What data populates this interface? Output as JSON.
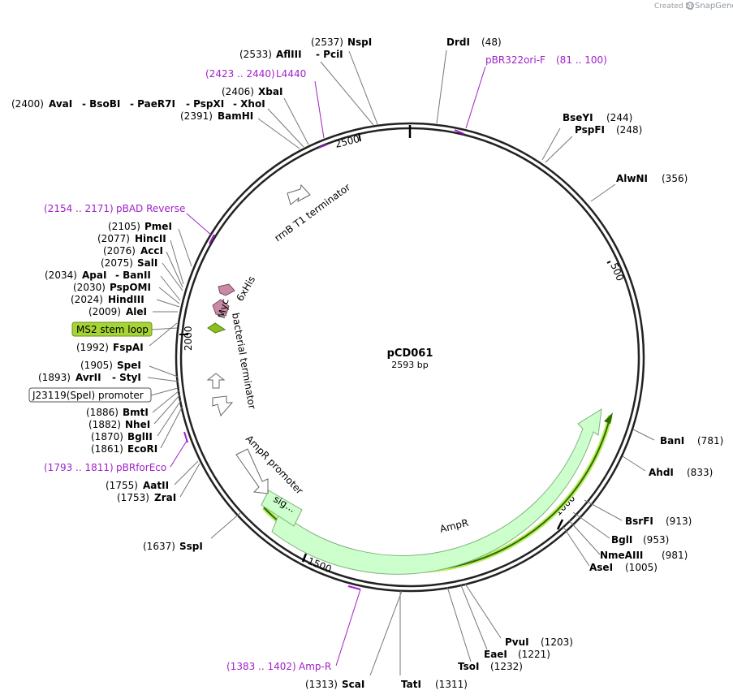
{
  "credit": {
    "created_by": "Created by",
    "brand": "SnapGene"
  },
  "plasmid": {
    "name": "pCD061",
    "length_label": "2593 bp",
    "length": 2593
  },
  "ticks": [
    "500",
    "1000",
    "1500",
    "2000",
    "2500"
  ],
  "sites": [
    {
      "pos": "(2537)",
      "names": [
        "NspI"
      ]
    },
    {
      "pos": "(2533)",
      "names": [
        "AflIII",
        "- PciI"
      ]
    },
    {
      "pos": "(48)",
      "names": [
        "DrdI"
      ]
    },
    {
      "pos": "(2406)",
      "names": [
        "XbaI"
      ]
    },
    {
      "pos": "(2400)",
      "names": [
        "AvaI",
        "- BsoBI",
        "- PaeR7I",
        "- PspXI",
        "- XhoI"
      ]
    },
    {
      "pos": "(2391)",
      "names": [
        "BamHI"
      ]
    },
    {
      "pos": "(244)",
      "names": [
        "BseYI"
      ]
    },
    {
      "pos": "(248)",
      "names": [
        "PspFI"
      ]
    },
    {
      "pos": "(356)",
      "names": [
        "AlwNI"
      ]
    },
    {
      "pos": "(2105)",
      "names": [
        "PmeI"
      ]
    },
    {
      "pos": "(2077)",
      "names": [
        "HincII"
      ]
    },
    {
      "pos": "(2076)",
      "names": [
        "AccI"
      ]
    },
    {
      "pos": "(2075)",
      "names": [
        "SalI"
      ]
    },
    {
      "pos": "(2034)",
      "names": [
        "ApaI",
        "- BanII"
      ]
    },
    {
      "pos": "(2030)",
      "names": [
        "PspOMI"
      ]
    },
    {
      "pos": "(2024)",
      "names": [
        "HindIII"
      ]
    },
    {
      "pos": "(2009)",
      "names": [
        "AleI"
      ]
    },
    {
      "pos": "(1992)",
      "names": [
        "FspAI"
      ]
    },
    {
      "pos": "(1905)",
      "names": [
        "SpeI"
      ]
    },
    {
      "pos": "(1893)",
      "names": [
        "AvrII",
        "- StyI"
      ]
    },
    {
      "pos": "(1886)",
      "names": [
        "BmtI"
      ]
    },
    {
      "pos": "(1882)",
      "names": [
        "NheI"
      ]
    },
    {
      "pos": "(1870)",
      "names": [
        "BglII"
      ]
    },
    {
      "pos": "(1861)",
      "names": [
        "EcoRI"
      ]
    },
    {
      "pos": "(1755)",
      "names": [
        "AatII"
      ]
    },
    {
      "pos": "(1753)",
      "names": [
        "ZraI"
      ]
    },
    {
      "pos": "(1637)",
      "names": [
        "SspI"
      ]
    },
    {
      "pos": "(781)",
      "names": [
        "BanI"
      ]
    },
    {
      "pos": "(833)",
      "names": [
        "AhdI"
      ]
    },
    {
      "pos": "(913)",
      "names": [
        "BsrFI"
      ]
    },
    {
      "pos": "(953)",
      "names": [
        "BglI"
      ]
    },
    {
      "pos": "(981)",
      "names": [
        "NmeAIII"
      ]
    },
    {
      "pos": "(1005)",
      "names": [
        "AseI"
      ]
    },
    {
      "pos": "(1203)",
      "names": [
        "PvuI"
      ]
    },
    {
      "pos": "(1221)",
      "names": [
        "EaeI"
      ]
    },
    {
      "pos": "(1232)",
      "names": [
        "TsoI"
      ]
    },
    {
      "pos": "(1313)",
      "names": [
        "ScaI"
      ]
    },
    {
      "pos": "(1311)",
      "names": [
        "TatI"
      ]
    }
  ],
  "primers": [
    {
      "range": "(81 .. 100)",
      "name": "pBR322ori-F"
    },
    {
      "range": "(2423 .. 2440)",
      "name": "L4440"
    },
    {
      "range": "(2154 .. 2171)",
      "name": "pBAD Reverse"
    },
    {
      "range": "(1793 .. 1811)",
      "name": "pBRforEco"
    },
    {
      "range": "(1383 .. 1402)",
      "name": "Amp-R"
    }
  ],
  "boxed_features": [
    {
      "name": "MS2 stem loop",
      "color": "#a6d434"
    },
    {
      "name": "J23119(SpeI) promoter",
      "color": "#ffffff"
    }
  ],
  "features": [
    {
      "name": "rrnB T1 terminator"
    },
    {
      "name": "6xHis",
      "color": "#c98aa6"
    },
    {
      "name": "Myc",
      "color": "#c98aa6"
    },
    {
      "name": "bacterial terminator"
    },
    {
      "name": "AmpR promoter"
    },
    {
      "name": "sig...",
      "color": "#ccffcc"
    },
    {
      "name": "AmpR",
      "color": "#ccffcc"
    }
  ],
  "colors": {
    "primer": "#a020c8",
    "green_arrow": "#ccffcc",
    "orf_line": "#2e6b00",
    "orf_glow": "#b7ec5a"
  }
}
